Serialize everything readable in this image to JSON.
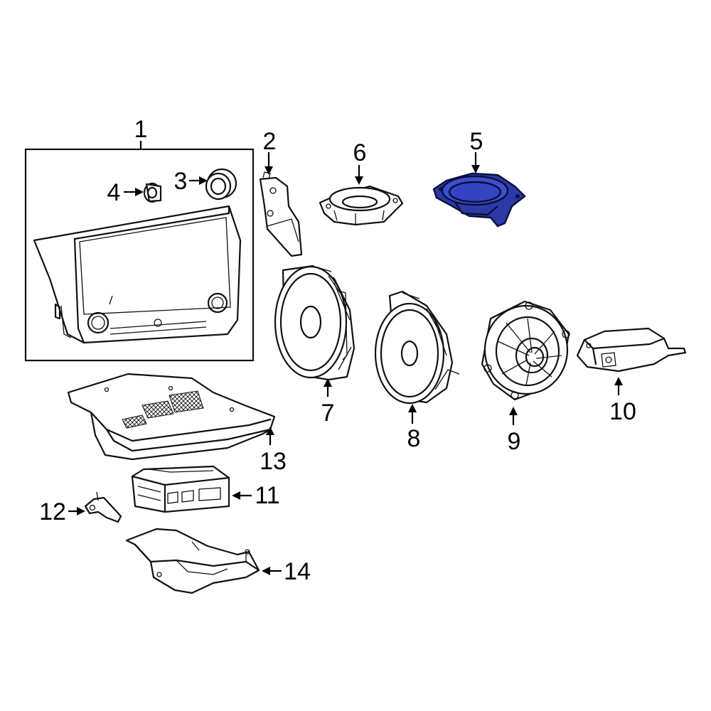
{
  "colors": {
    "highlight_fill": "#2b3aa8",
    "highlight_inner": "#3d4fd0",
    "line": "#111111",
    "background": "#ffffff"
  },
  "callouts": {
    "c1": "1",
    "c2": "2",
    "c3": "3",
    "c4": "4",
    "c5": "5",
    "c6": "6",
    "c7": "7",
    "c8": "8",
    "c9": "9",
    "c10": "10",
    "c11": "11",
    "c12": "12",
    "c13": "13",
    "c14": "14"
  },
  "highlighted_part": "5"
}
